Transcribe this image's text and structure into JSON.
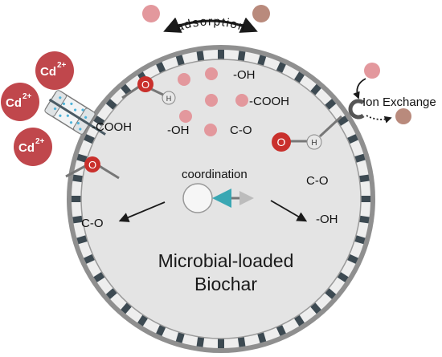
{
  "labels": {
    "adsorption": "adsorption",
    "ion_exchange": "Ion Exchange",
    "coordination": "coordination",
    "title_line1": "Microbial-loaded",
    "title_line2": "Biochar",
    "cd_ion": "Cd",
    "cd_charge": "2+",
    "oxygen": "O",
    "hydrogen": "H",
    "groups": {
      "oh_top": "-OH",
      "cooh_mid": "-COOH",
      "oh_left": "-OH",
      "co_mid": "C-O",
      "cooh_channel": "-COOH",
      "co_right": "C-O",
      "co_bottom_left": "C-O",
      "oh_bottom_right": "-OH"
    }
  },
  "colors": {
    "cd_ion": "#c0474c",
    "metal_light": "#e3989d",
    "metal_brown": "#b98a7c",
    "oxygen": "#c9302c",
    "hydrogen": "#e8e8e8",
    "teal": "#3aa7b3",
    "cell_fill": "#e4e4e4",
    "membrane_outer": "#909090",
    "membrane_tick": "#3d4a52",
    "channel_dots": "#4fb3d9"
  }
}
